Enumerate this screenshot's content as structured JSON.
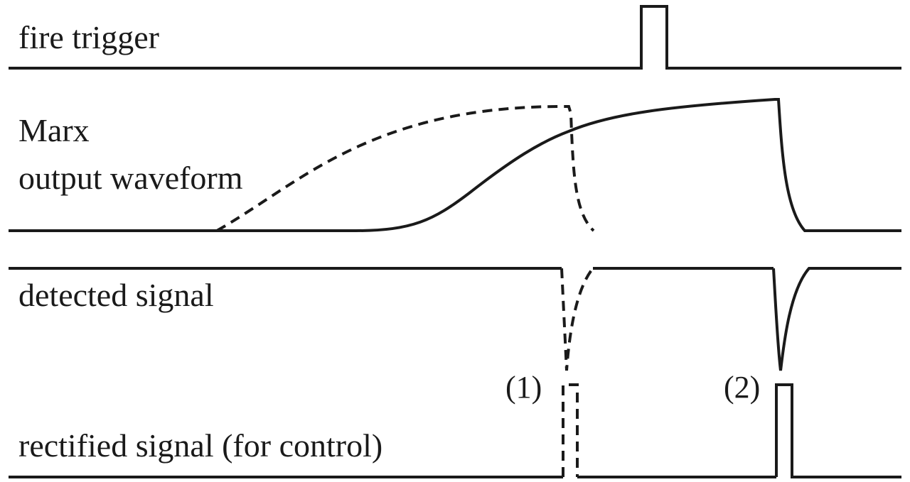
{
  "signals": {
    "fire_trigger": {
      "label": "fire trigger"
    },
    "marx": {
      "label_line1": "Marx",
      "label_line2": "output waveform"
    },
    "detected": {
      "label": "detected signal"
    },
    "rectified": {
      "label": "rectified signal (for control)"
    }
  },
  "markers": {
    "first": "(1)",
    "second": "(2)"
  },
  "styles": {
    "ink_color": "#1a1a1a",
    "background": "#ffffff"
  }
}
